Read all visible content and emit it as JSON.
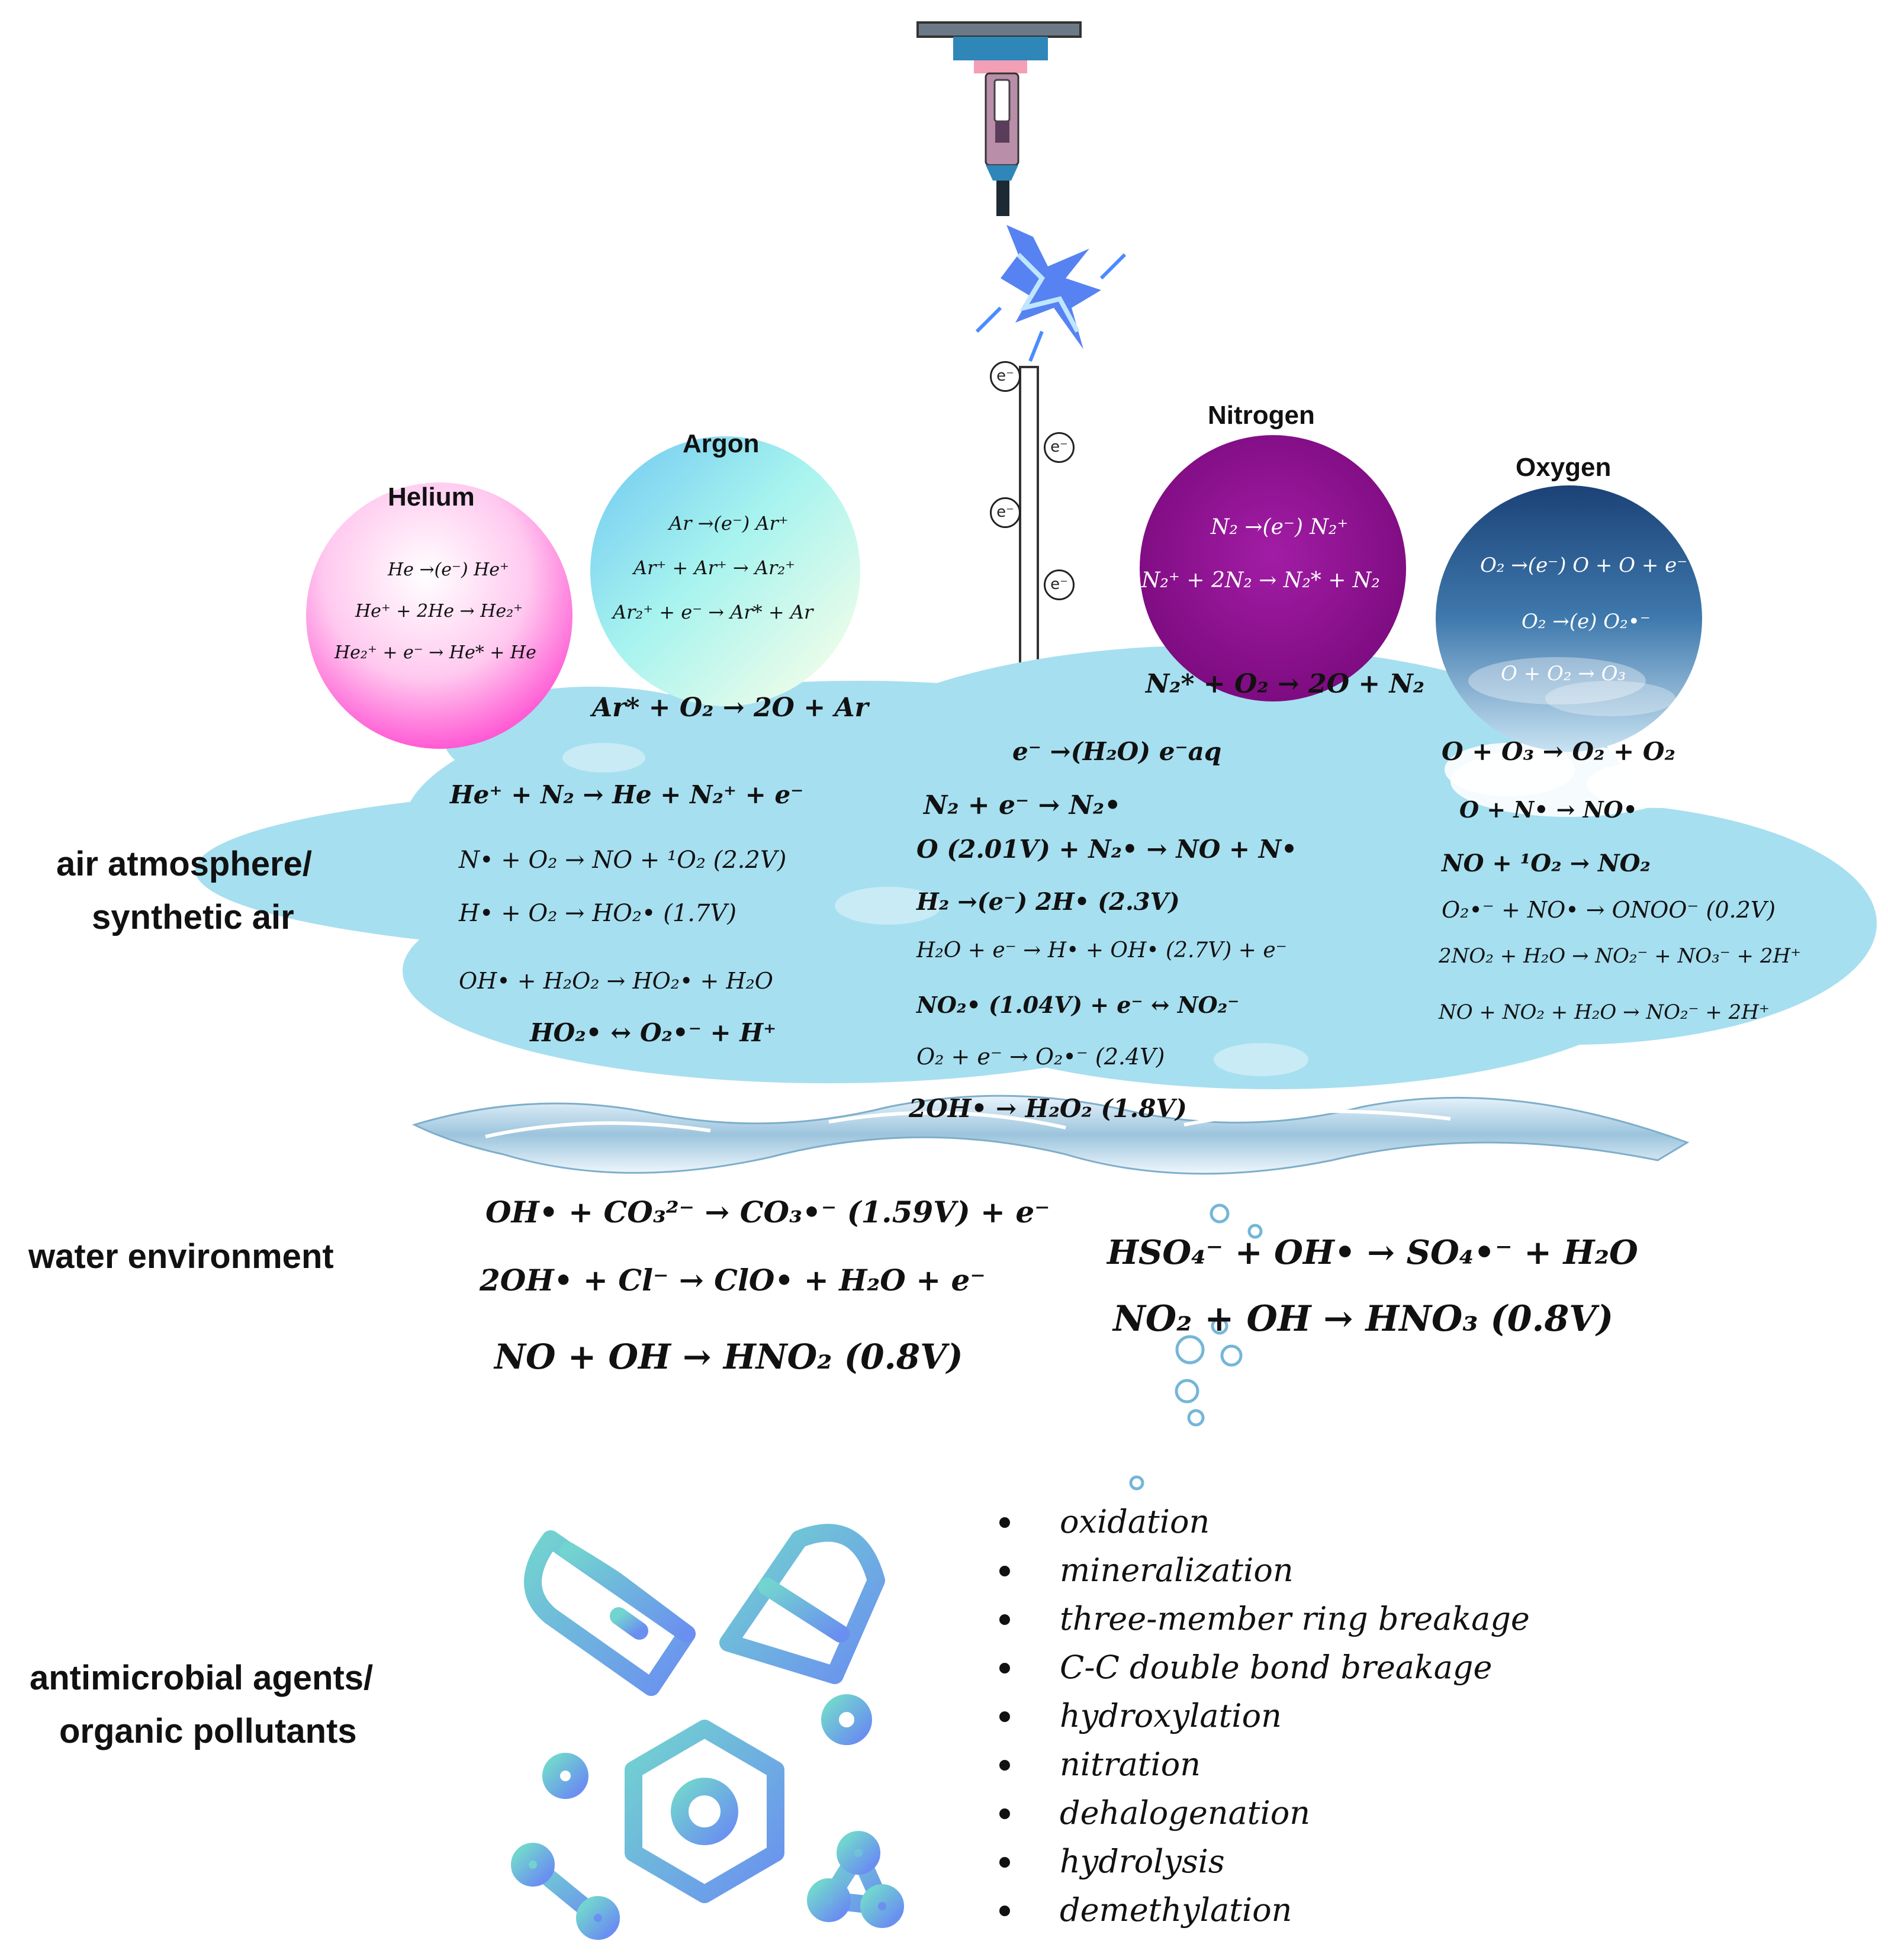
{
  "sections": {
    "air": [
      "air atmosphere/",
      "synthetic air"
    ],
    "water": "water environment",
    "pollutants": [
      "antimicrobial agents/",
      "organic pollutants"
    ]
  },
  "gases": {
    "helium": {
      "name": "Helium",
      "reactions": [
        "He →(e⁻) He⁺",
        "He⁺ + 2He → He₂⁺",
        "He₂⁺ + e⁻ → He* + He"
      ]
    },
    "argon": {
      "name": "Argon",
      "reactions": [
        "Ar →(e⁻) Ar⁺",
        "Ar⁺ + Ar⁺ → Ar₂⁺",
        "Ar₂⁺ + e⁻ → Ar* + Ar"
      ]
    },
    "nitrogen": {
      "name": "Nitrogen",
      "reactions": [
        "N₂ →(e⁻) N₂⁺",
        "N₂⁺ + 2N₂ → N₂* + N₂"
      ]
    },
    "oxygen": {
      "name": "Oxygen",
      "reactions": [
        "O₂ →(e⁻) O + O + e⁻",
        "O₂ →(e) O₂•⁻",
        "O + O₂ → O₃"
      ]
    }
  },
  "electron_symbol": "e⁻",
  "air_reactions": {
    "argon_out": "Ar* + O₂ → 2O + Ar",
    "nitrogen_out": "N₂* + O₂ → 2O + N₂",
    "left": [
      "He⁺ + N₂ → He + N₂⁺ + e⁻",
      "N• + O₂ → NO + ¹O₂ (2.2V)",
      "H• + O₂ → HO₂• (1.7V)",
      "OH• + H₂O₂ → HO₂• + H₂O",
      "HO₂• ↔ O₂•⁻ + H⁺"
    ],
    "center": [
      "e⁻ →(H₂O) e⁻aq",
      "N₂ + e⁻ → N₂•",
      "O (2.01V) + N₂• → NO + N•",
      "H₂ →(e⁻) 2H• (2.3V)",
      "H₂O + e⁻ → H• + OH• (2.7V) + e⁻",
      "NO₂• (1.04V) + e⁻ ↔ NO₂⁻",
      "O₂ + e⁻ → O₂•⁻ (2.4V)",
      "2OH• → H₂O₂ (1.8V)"
    ],
    "right": [
      "O + O₃ → O₂ + O₂",
      "O + N• → NO•",
      "NO + ¹O₂ → NO₂",
      "O₂•⁻ + NO• → ONOO⁻ (0.2V)",
      "2NO₂ + H₂O → NO₂⁻ + NO₃⁻ + 2H⁺",
      "NO + NO₂ + H₂O → NO₂⁻ + 2H⁺"
    ]
  },
  "water_reactions": {
    "left": [
      "OH• + CO₃²⁻ → CO₃•⁻ (1.59V) + e⁻",
      "2OH• + Cl⁻ → ClO• + H₂O + e⁻",
      "NO + OH → HNO₂ (0.8V)"
    ],
    "right": [
      "HSO₄⁻ + OH• → SO₄•⁻ + H₂O",
      "NO₂ + OH → HNO₃ (0.8V)"
    ]
  },
  "outcomes": [
    "oxidation",
    "mineralization",
    "three-member ring breakage",
    "C-C double bond breakage",
    "hydroxylation",
    "nitration",
    "dehalogenation",
    "hydrolysis",
    "demethylation"
  ],
  "colors": {
    "cloud": "#a6dff0",
    "cloud_dark": "#88cfe6",
    "icon_blue": "#6aa7e6",
    "icon_teal": "#72d4cf",
    "helium": "#ff5fd2",
    "argon": "#8ee0f0",
    "nitrogen": "#8a0e8e",
    "oxygen": "#2d5f93"
  }
}
